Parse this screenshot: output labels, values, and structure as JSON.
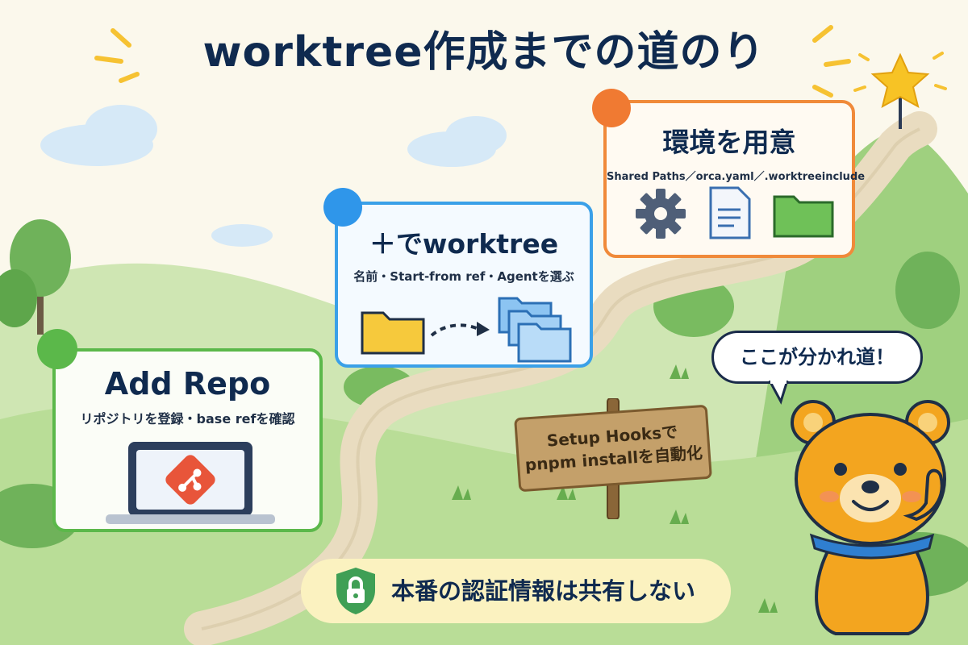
{
  "title": "worktree作成までの道のり",
  "steps": [
    {
      "title": "Add Repo",
      "subtitle": "リポジトリを登録・base refを確認",
      "color": "#5bb84a"
    },
    {
      "title": "＋でworktree",
      "subtitle": "名前・Start-from ref・Agentを選ぶ",
      "color": "#3aa0e8"
    },
    {
      "title": "環境を用意",
      "subtitle": "Shared Paths／orca.yaml／.worktreeinclude",
      "color": "#f08a3a"
    }
  ],
  "icons": {
    "step1": [
      "laptop-icon",
      "git-icon"
    ],
    "step2": [
      "folder-icon",
      "arrow-icon",
      "folders-icon"
    ],
    "step3": [
      "gear-icon",
      "document-icon",
      "folder-icon"
    ]
  },
  "signpost": {
    "line1": "Setup Hooksで",
    "line2": "pnpm installを自動化"
  },
  "speech": "ここが分かれ道！",
  "note": "本番の認証情報は共有しない",
  "colors": {
    "title": "#0f2a4f",
    "note_bg": "#fbf2c0",
    "shield": "#3f9f55",
    "bear": "#f3a51f"
  }
}
